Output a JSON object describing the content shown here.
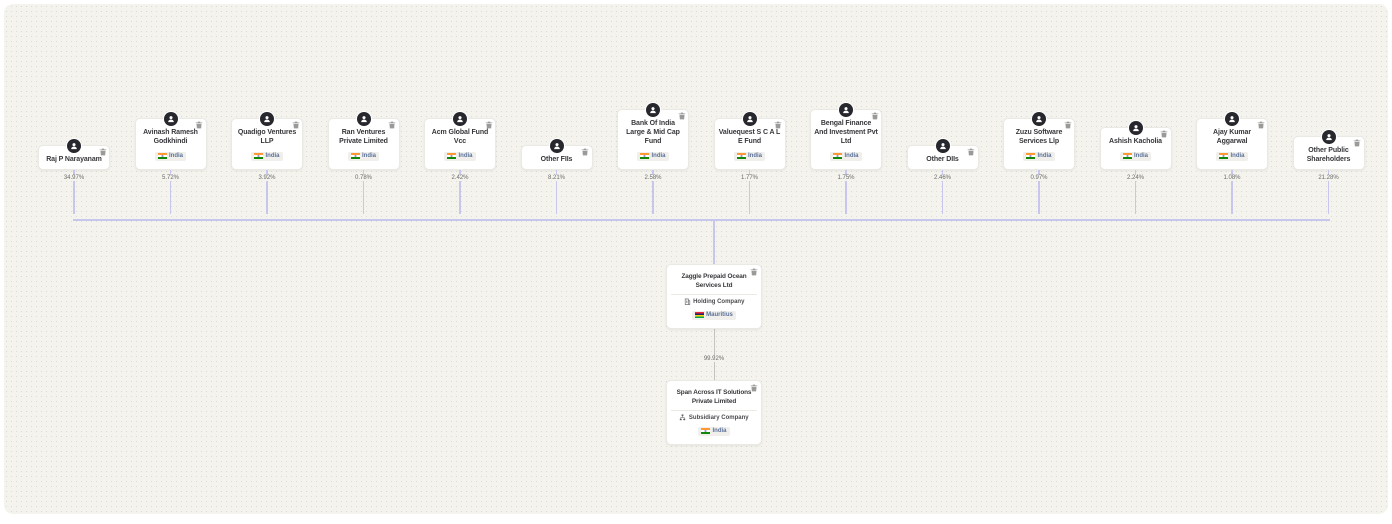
{
  "diagram": {
    "type": "shareholding-structure",
    "colors": {
      "canvas_bg": "#f4f3ee",
      "edge_accent": "#c7c7ee",
      "edge_gray": "#c4c3c0",
      "avatar_bg": "#27272e",
      "badge_text": "#5b7299"
    },
    "shareholders": [
      {
        "name": "Raj P Narayanam",
        "pct": "34.97%",
        "country": null
      },
      {
        "name": "Avinash Ramesh Godkhindi",
        "pct": "5.72%",
        "country": "India"
      },
      {
        "name": "Quadigo Ventures LLP",
        "pct": "3.92%",
        "country": "India"
      },
      {
        "name": "Ran Ventures Private Limited",
        "pct": "0.78%",
        "country": "India"
      },
      {
        "name": "Acm Global Fund Vcc",
        "pct": "2.42%",
        "country": "India"
      },
      {
        "name": "Other FIIs",
        "pct": "8.21%",
        "country": null
      },
      {
        "name": "Bank Of India Large & Mid Cap Fund",
        "pct": "2.58%",
        "country": "India"
      },
      {
        "name": "Valuequest S C A L E Fund",
        "pct": "1.77%",
        "country": "India"
      },
      {
        "name": "Bengal Finance And Investment Pvt Ltd",
        "pct": "1.75%",
        "country": "India"
      },
      {
        "name": "Other DIIs",
        "pct": "2.46%",
        "country": null
      },
      {
        "name": "Zuzu Software Services Llp",
        "pct": "0.97%",
        "country": "India"
      },
      {
        "name": "Ashish Kacholia",
        "pct": "2.24%",
        "country": "India"
      },
      {
        "name": "Ajay Kumar Aggarwal",
        "pct": "1.08%",
        "country": "India"
      },
      {
        "name": "Other Public Shareholders",
        "pct": "21.28%",
        "country": null
      }
    ],
    "holding": {
      "name": "Zaggle Prepaid Ocean Services Ltd",
      "type": "Holding Company",
      "country": "Mauritius"
    },
    "subsidiary": {
      "name": "Span Across IT Solutions Private Limited",
      "type": "Subsidiary Company",
      "country": "India",
      "pct": "99.92%"
    }
  }
}
